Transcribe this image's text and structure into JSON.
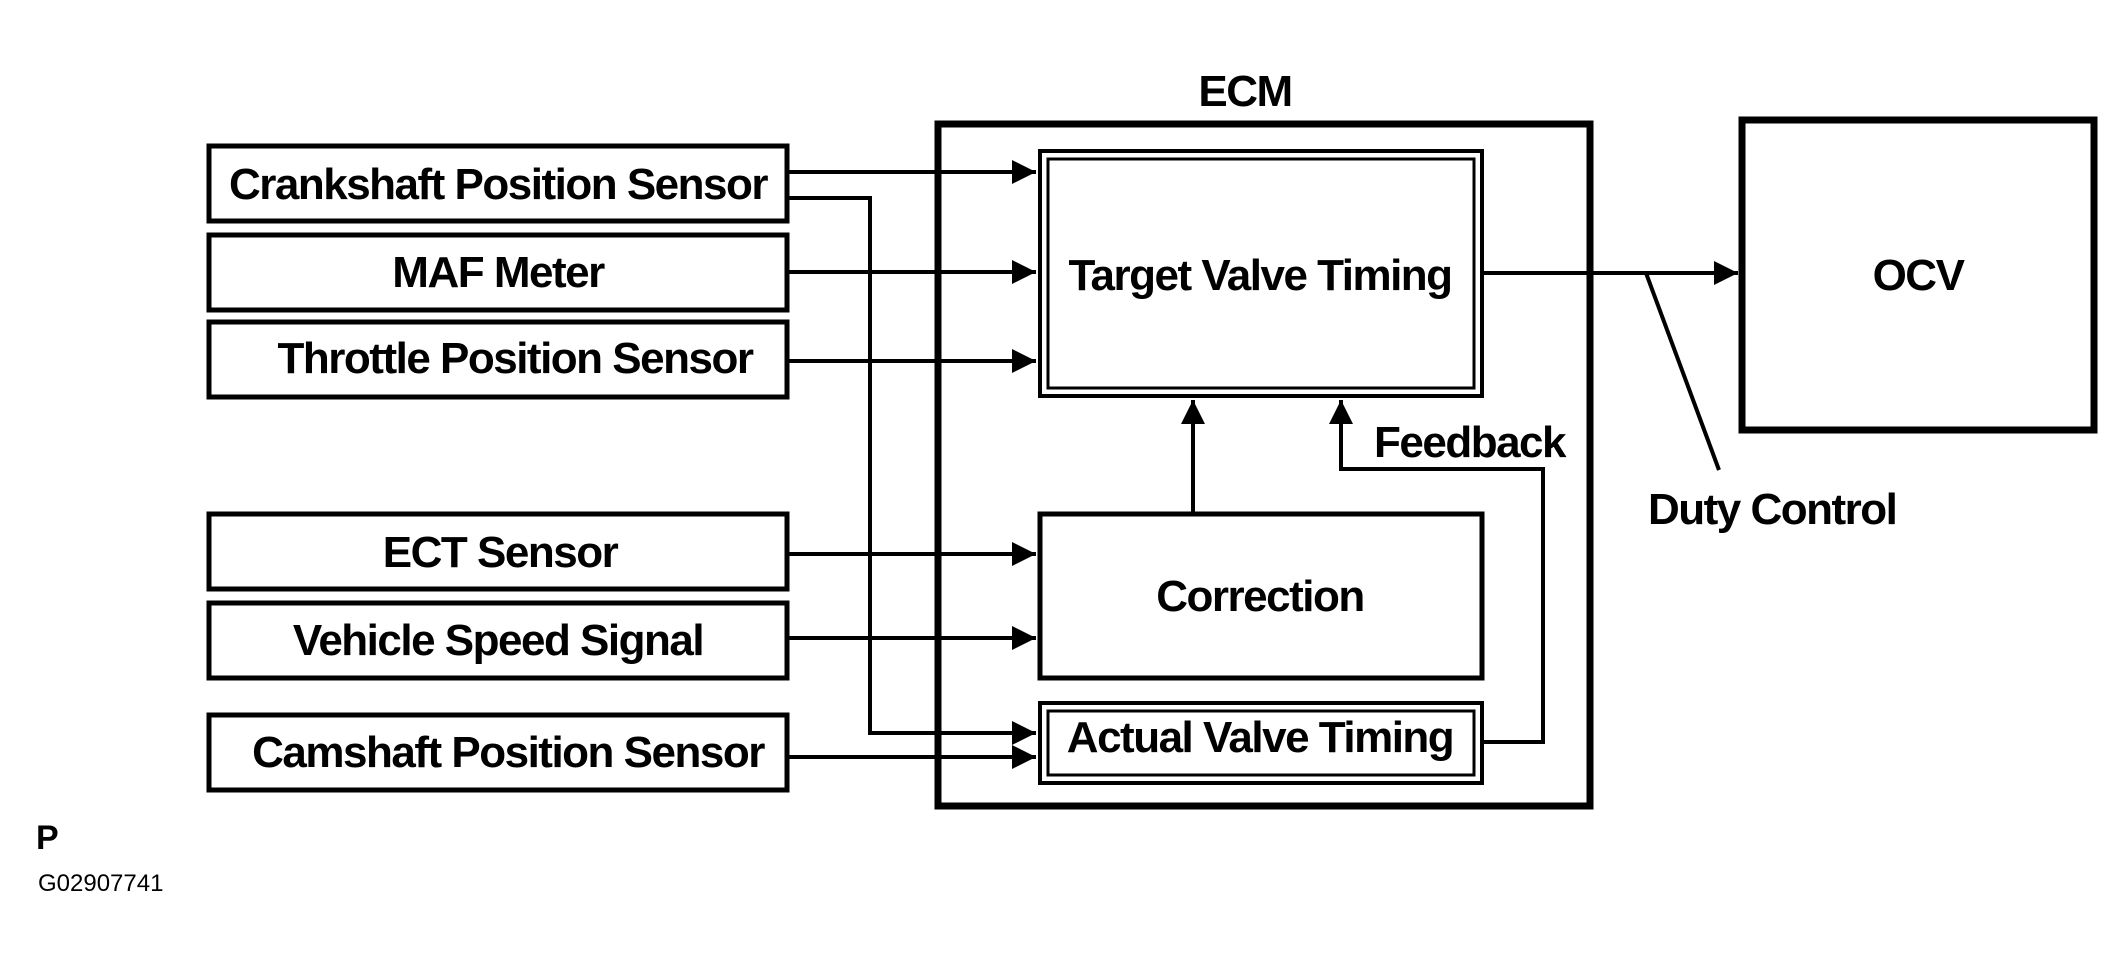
{
  "ecm": {
    "title": "ECM"
  },
  "inputs": {
    "crankshaft": "Crankshaft Position Sensor",
    "maf": "MAF Meter",
    "throttle": "Throttle Position Sensor",
    "ect": "ECT Sensor",
    "vehicle_speed": "Vehicle Speed Signal",
    "camshaft": "Camshaft Position Sensor"
  },
  "blocks": {
    "target": "Target Valve Timing",
    "correction": "Correction",
    "actual": "Actual Valve Timing",
    "ocv": "OCV"
  },
  "labels": {
    "feedback": "Feedback",
    "duty_control": "Duty Control",
    "page_letter": "P",
    "figure_id": "G02907741"
  }
}
